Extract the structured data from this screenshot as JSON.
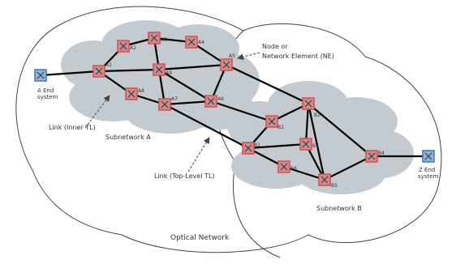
{
  "colors": {
    "cloud": "#c3cbd0",
    "node_fill": "#c98f90",
    "node_border": "#e04a4a",
    "end_fill": "#8fb3d6",
    "end_border": "#3a78b8",
    "link": "#000000",
    "outline": "#444444"
  },
  "labels": {
    "a_end_line1": "A End",
    "a_end_line2": "system",
    "z_end_line1": "Z End",
    "z_end_line2": "system",
    "ne_line1": "Node or",
    "ne_line2": "Network Element (NE)",
    "link_inner": "Link (Inner TL)",
    "link_top": "Link (Top-Level TL)",
    "subnet_a": "Subnetwork A",
    "subnet_b": "Subnetwork B",
    "optical": "Optical Network"
  },
  "nodes": [
    "A1",
    "A2",
    "A3",
    "A4",
    "A5",
    "A6",
    "A7",
    "A8",
    "A9",
    "B1",
    "B2",
    "B3",
    "B4",
    "B5",
    "B6",
    "B7"
  ],
  "end_systems": [
    "A End system",
    "Z End system"
  ],
  "links": [
    [
      "AEnd",
      "A1"
    ],
    [
      "A1",
      "A2"
    ],
    [
      "A2",
      "A3"
    ],
    [
      "A3",
      "A4"
    ],
    [
      "A4",
      "A5"
    ],
    [
      "A1",
      "A9"
    ],
    [
      "A9",
      "A5"
    ],
    [
      "A1",
      "A8"
    ],
    [
      "A8",
      "A7"
    ],
    [
      "A7",
      "A6"
    ],
    [
      "A6",
      "A5"
    ],
    [
      "A9",
      "A7"
    ],
    [
      "A9",
      "A6"
    ],
    [
      "A3",
      "A9"
    ],
    [
      "A5",
      "B3"
    ],
    [
      "A6",
      "B2"
    ],
    [
      "A7",
      "B1"
    ],
    [
      "B2",
      "B3"
    ],
    [
      "B1",
      "B2"
    ],
    [
      "B1",
      "B7"
    ],
    [
      "B3",
      "B7"
    ],
    [
      "B1",
      "B6"
    ],
    [
      "B6",
      "B5"
    ],
    [
      "B7",
      "B5"
    ],
    [
      "B3",
      "B5"
    ],
    [
      "B5",
      "B4"
    ],
    [
      "B3",
      "B4"
    ],
    [
      "B4",
      "ZEnd"
    ]
  ]
}
